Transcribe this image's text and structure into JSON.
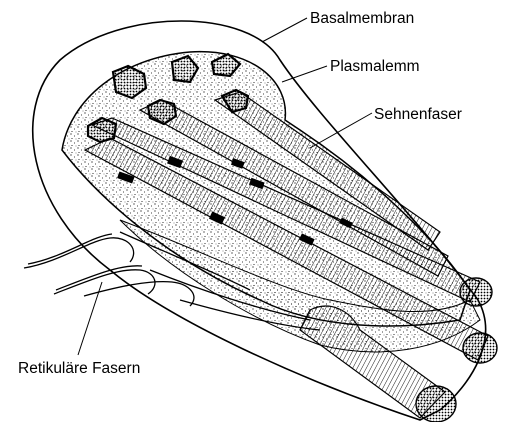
{
  "labels": {
    "basalmembran": "Basalmembran",
    "plasmalemm": "Plasmalemm",
    "sehnenfaser": "Sehnenfaser",
    "retikulaere_fasern": "Retikuläre Fasern"
  },
  "colors": {
    "ink": "#000000",
    "paper": "#ffffff"
  }
}
